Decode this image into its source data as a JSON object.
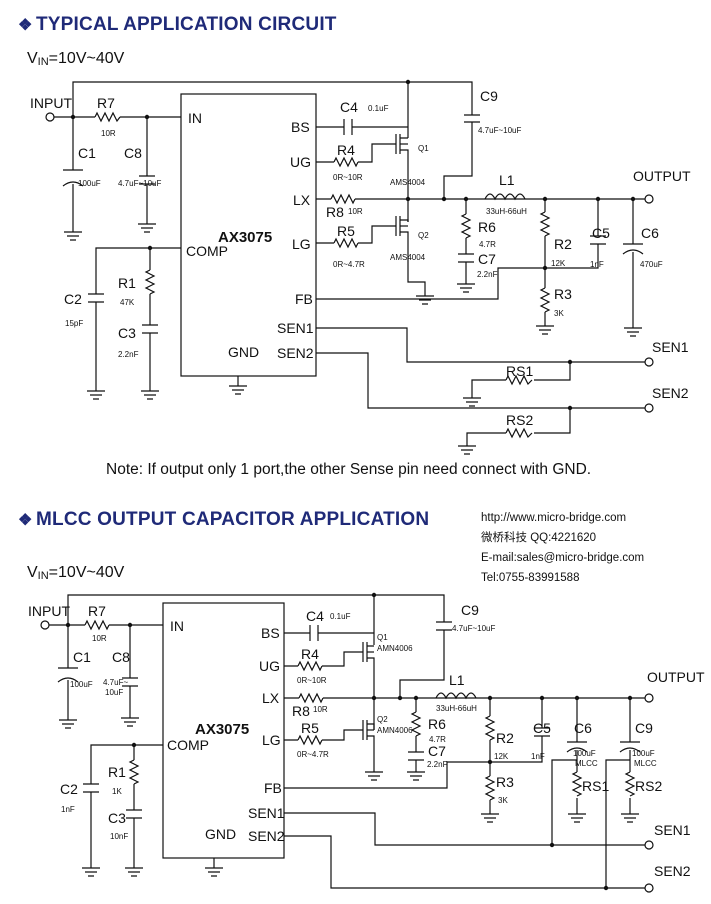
{
  "sections": [
    {
      "title": "TYPICAL APPLICATION CIRCUIT",
      "vin_main": "V",
      "vin_sub": "IN",
      "vin_range": "=10V~40V",
      "chip": "AX3075",
      "pins": {
        "in": "IN",
        "comp": "COMP",
        "gnd": "GND",
        "bs": "BS",
        "ug": "UG",
        "lx": "LX",
        "lg": "LG",
        "fb": "FB",
        "sen1": "SEN1",
        "sen2": "SEN2"
      },
      "ports": {
        "input": "INPUT",
        "output": "OUTPUT",
        "sen1": "SEN1",
        "sen2": "SEN2"
      },
      "components": {
        "r7": "R7",
        "r7v": "10R",
        "c1": "C1",
        "c1v": "100uF",
        "c8": "C8",
        "c8v": "4.7uF~10uF",
        "c2": "C2",
        "c2v": "15pF",
        "r1": "R1",
        "r1v": "47K",
        "c3": "C3",
        "c3v": "2.2nF",
        "c4": "C4",
        "c4v": "0.1uF",
        "r4": "R4",
        "r4v": "0R~10R",
        "r8": "R8",
        "r8v": "10R",
        "r5": "R5",
        "r5v": "0R~4.7R",
        "q1": "Q1",
        "q1p": "AMS4004",
        "q2": "Q2",
        "q2p": "AMS4004",
        "c9": "C9",
        "c9v": "4.7uF~10uF",
        "l1": "L1",
        "l1v": "33uH-66uH",
        "r6": "R6",
        "r6v": "4.7R",
        "c7": "C7",
        "c7v": "2.2nF",
        "r2": "R2",
        "r2v": "12K",
        "c5": "C5",
        "c5v": "1nF",
        "r3": "R3",
        "r3v": "3K",
        "c6": "C6",
        "c6v": "470uF",
        "rs1": "RS1",
        "rs2": "RS2"
      },
      "note": "Note: If output only 1 port,the other Sense pin need connect with GND."
    },
    {
      "title": "MLCC OUTPUT CAPACITOR APPLICATION",
      "vin_main": "V",
      "vin_sub": "IN",
      "vin_range": "=10V~40V",
      "chip": "AX3075",
      "pins": {
        "in": "IN",
        "comp": "COMP",
        "gnd": "GND",
        "bs": "BS",
        "ug": "UG",
        "lx": "LX",
        "lg": "LG",
        "fb": "FB",
        "sen1": "SEN1",
        "sen2": "SEN2"
      },
      "ports": {
        "input": "INPUT",
        "output": "OUTPUT",
        "sen1": "SEN1",
        "sen2": "SEN2"
      },
      "components": {
        "r7": "R7",
        "r7v": "10R",
        "c1": "C1",
        "c1v": "100uF",
        "c8": "C8",
        "c8v1": "4.7uF~",
        "c8v2": "10uF",
        "c2": "C2",
        "c2v": "1nF",
        "r1": "R1",
        "r1v": "1K",
        "c3": "C3",
        "c3v": "10nF",
        "c4": "C4",
        "c4v": "0.1uF",
        "r4": "R4",
        "r4v": "0R~10R",
        "r8": "R8",
        "r8v": "10R",
        "r5": "R5",
        "r5v": "0R~4.7R",
        "q1": "Q1",
        "q1p": "AMN4006",
        "q2": "Q2",
        "q2p": "AMN4006",
        "c9": "C9",
        "c9v": "4.7uF~10uF",
        "l1": "L1",
        "l1v": "33uH-66uH",
        "r6": "R6",
        "r6v": "4.7R",
        "c7": "C7",
        "c7v": "2.2nF",
        "r2": "R2",
        "r2v": "12K",
        "c5": "C5",
        "c5v": "1nF",
        "r3": "R3",
        "r3v": "3K",
        "c6": "C6",
        "c6v1": "100uF",
        "c6v2": "MLCC",
        "c9b": "C9",
        "c9bv1": "100uF",
        "c9bv2": "MLCC",
        "rs1": "RS1",
        "rs2": "RS2"
      }
    }
  ],
  "contact": {
    "url": "http://www.micro-bridge.com",
    "company": "微桥科技 QQ:4221620",
    "email": "E-mail:sales@micro-bridge.com",
    "tel": "Tel:0755-83991588"
  }
}
